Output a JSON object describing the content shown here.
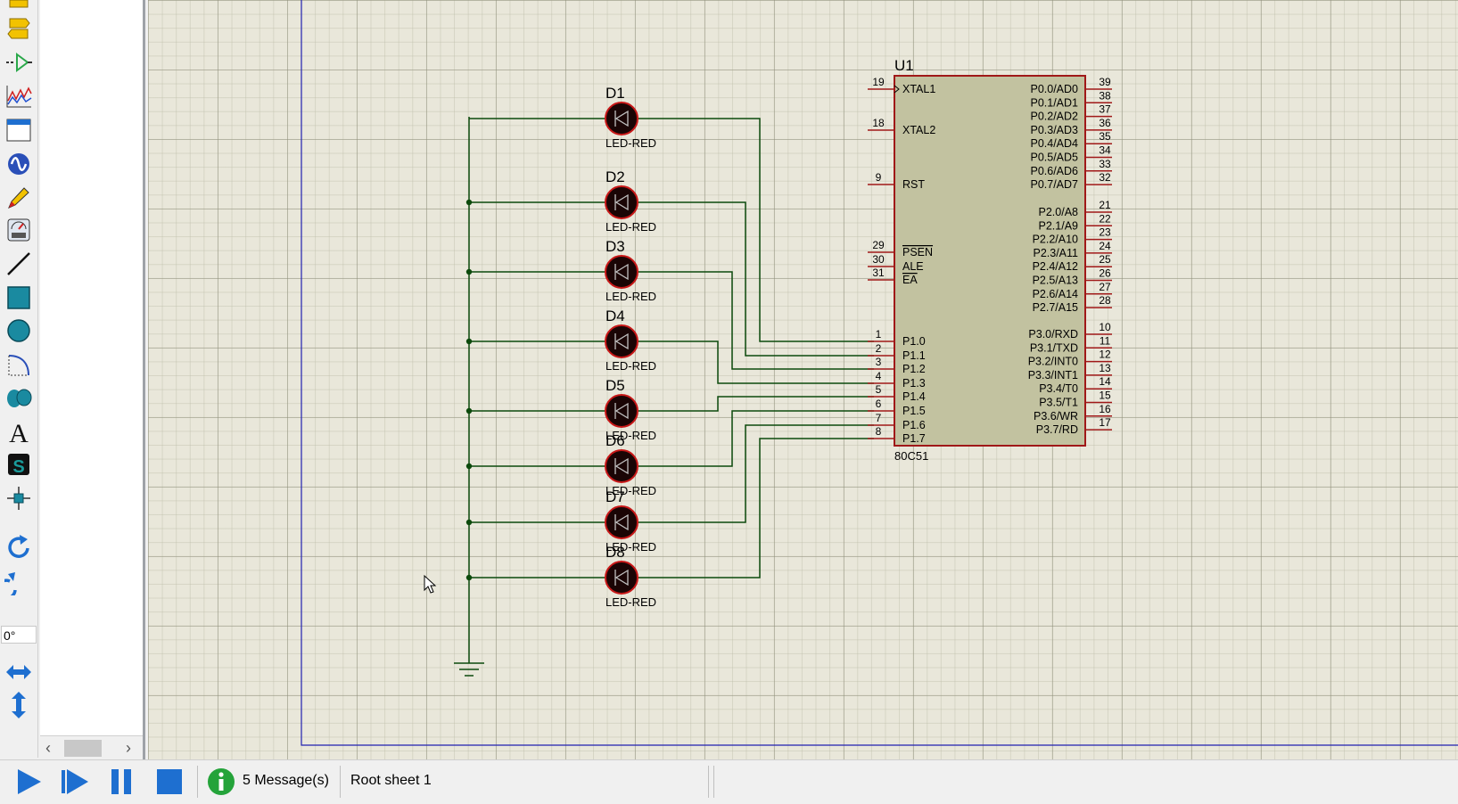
{
  "toolbar": {
    "tools": [
      "terminal-icon",
      "port-icon",
      "device-pin-icon",
      "graph-icon",
      "tape-recorder-icon",
      "generator-icon",
      "voltage-probe-icon",
      "virtual-instrument-icon",
      "line-icon",
      "box-icon",
      "circle-icon",
      "arc-icon",
      "path-icon",
      "text-icon",
      "symbol-icon",
      "marker-icon",
      "rotate-cw-icon",
      "rotate-ccw-icon",
      "mirror-horizontal-icon",
      "mirror-vertical-icon"
    ],
    "angle": "0°"
  },
  "schematic": {
    "leds": [
      {
        "ref": "D1",
        "value": "LED-RED"
      },
      {
        "ref": "D2",
        "value": "LED-RED"
      },
      {
        "ref": "D3",
        "value": "LED-RED"
      },
      {
        "ref": "D4",
        "value": "LED-RED"
      },
      {
        "ref": "D5",
        "value": "LED-RED"
      },
      {
        "ref": "D6",
        "value": "LED-RED"
      },
      {
        "ref": "D7",
        "value": "LED-RED"
      },
      {
        "ref": "D8",
        "value": "LED-RED"
      }
    ],
    "mcu": {
      "ref": "U1",
      "part": "80C51",
      "left_pins": [
        {
          "num": "19",
          "name": "XTAL1"
        },
        {
          "num": "18",
          "name": "XTAL2"
        },
        {
          "num": "9",
          "name": "RST"
        },
        {
          "num": "29",
          "name": "PSEN"
        },
        {
          "num": "30",
          "name": "ALE"
        },
        {
          "num": "31",
          "name": "EA"
        },
        {
          "num": "1",
          "name": "P1.0"
        },
        {
          "num": "2",
          "name": "P1.1"
        },
        {
          "num": "3",
          "name": "P1.2"
        },
        {
          "num": "4",
          "name": "P1.3"
        },
        {
          "num": "5",
          "name": "P1.4"
        },
        {
          "num": "6",
          "name": "P1.5"
        },
        {
          "num": "7",
          "name": "P1.6"
        },
        {
          "num": "8",
          "name": "P1.7"
        }
      ],
      "right_pins": [
        {
          "num": "39",
          "name": "P0.0/AD0"
        },
        {
          "num": "38",
          "name": "P0.1/AD1"
        },
        {
          "num": "37",
          "name": "P0.2/AD2"
        },
        {
          "num": "36",
          "name": "P0.3/AD3"
        },
        {
          "num": "35",
          "name": "P0.4/AD4"
        },
        {
          "num": "34",
          "name": "P0.5/AD5"
        },
        {
          "num": "33",
          "name": "P0.6/AD6"
        },
        {
          "num": "32",
          "name": "P0.7/AD7"
        },
        {
          "num": "21",
          "name": "P2.0/A8"
        },
        {
          "num": "22",
          "name": "P2.1/A9"
        },
        {
          "num": "23",
          "name": "P2.2/A10"
        },
        {
          "num": "24",
          "name": "P2.3/A11"
        },
        {
          "num": "25",
          "name": "P2.4/A12"
        },
        {
          "num": "26",
          "name": "P2.5/A13"
        },
        {
          "num": "27",
          "name": "P2.6/A14"
        },
        {
          "num": "28",
          "name": "P2.7/A15"
        },
        {
          "num": "10",
          "name": "P3.0/RXD"
        },
        {
          "num": "11",
          "name": "P3.1/TXD"
        },
        {
          "num": "12",
          "name": "P3.2/INT0"
        },
        {
          "num": "13",
          "name": "P3.3/INT1"
        },
        {
          "num": "14",
          "name": "P3.4/T0"
        },
        {
          "num": "15",
          "name": "P3.5/T1"
        },
        {
          "num": "16",
          "name": "P3.6/WR"
        },
        {
          "num": "17",
          "name": "P3.7/RD"
        }
      ]
    }
  },
  "status": {
    "messages": "5 Message(s)",
    "sheet": "Root sheet 1"
  },
  "colors": {
    "wire": "#0c4a0c",
    "chip_fill": "#c2c2a0",
    "chip_border": "#a01818",
    "led_fill": "#1a0505",
    "led_border": "#c81818"
  }
}
